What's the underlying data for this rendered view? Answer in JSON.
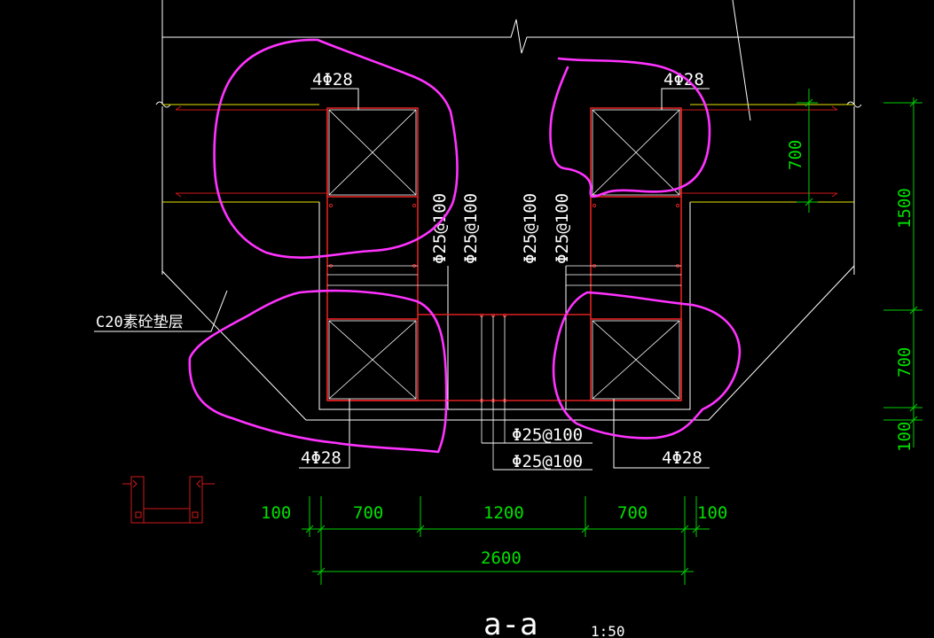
{
  "labels": {
    "rebar_top_left": "4Φ28",
    "rebar_top_right": "4Φ28",
    "rebar_bottom_left": "4Φ28",
    "rebar_bottom_right": "4Φ28",
    "stirrup_left_a": "Φ25@100",
    "stirrup_left_b": "Φ25@100",
    "stirrup_right_a": "Φ25@100",
    "stirrup_right_b": "Φ25@100",
    "stirrup_bottom_a": "Φ25@100",
    "stirrup_bottom_b": "Φ25@100",
    "cushion": "C20素砼垫层",
    "section_title": "a-a",
    "scale": "1:50"
  },
  "dimensions": {
    "bottom": [
      "100",
      "700",
      "1200",
      "700",
      "100"
    ],
    "total": "2600",
    "right": [
      "700",
      "1500",
      "700",
      "100"
    ]
  },
  "colors": {
    "background": "#000000",
    "outline": "#ffffff",
    "rebar": "#e02020",
    "dimension": "#00e000",
    "markup": "#ff33ff",
    "slab": "#e6e600"
  }
}
